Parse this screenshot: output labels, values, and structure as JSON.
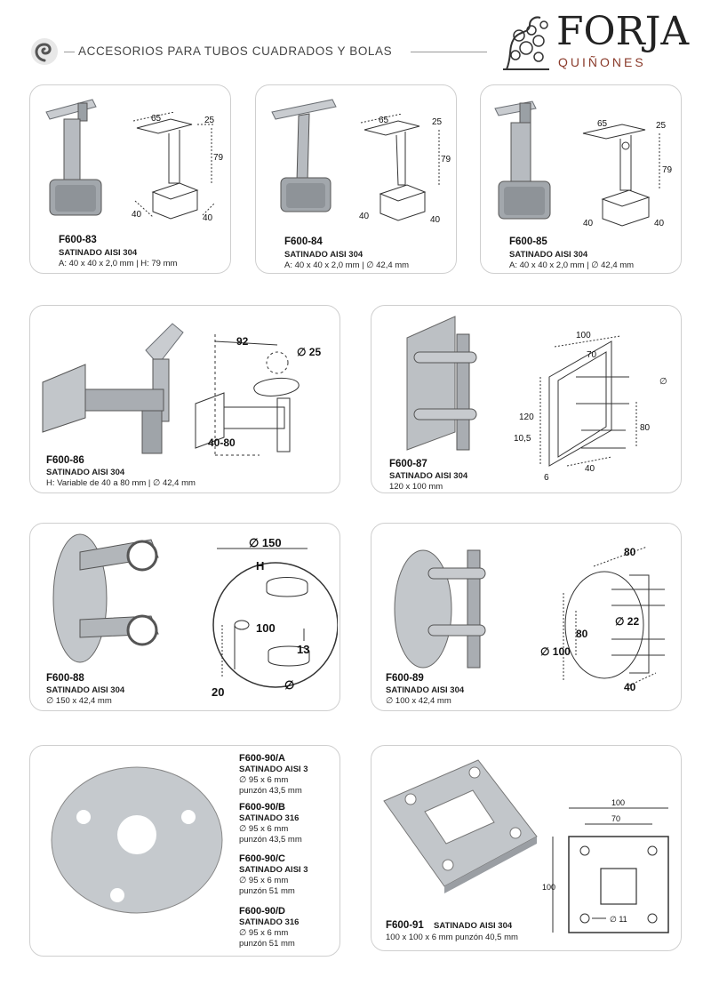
{
  "header": {
    "title": "ACCESORIOS PARA TUBOS CUADRADOS Y BOLAS",
    "brand_main": "FORJA",
    "brand_sub": "QUIÑONES"
  },
  "colors": {
    "brand_accent": "#8a3a2a",
    "card_border": "#cfcfcf",
    "metal": "#a9adb2"
  },
  "products": {
    "p83": {
      "code": "F600-83",
      "material": "SATINADO AISI 304",
      "spec": "A: 40 x 40 x 2,0 mm | H: 79 mm",
      "dims": {
        "d65": "65",
        "d25": "25",
        "d79": "79",
        "d40a": "40",
        "d40b": "40"
      }
    },
    "p84": {
      "code": "F600-84",
      "material": "SATINADO AISI 304",
      "spec": "A: 40 x 40 x 2,0 mm |  ∅ 42,4 mm",
      "dims": {
        "d65": "65",
        "d25": "25",
        "d79": "79",
        "d40a": "40",
        "d40b": "40"
      }
    },
    "p85": {
      "code": "F600-85",
      "material": "SATINADO AISI 304",
      "spec": "A: 40 x 40 x 2,0 mm |  ∅ 42,4 mm",
      "dims": {
        "d65": "65",
        "d25": "25",
        "d79": "79",
        "d40a": "40",
        "d40b": "40"
      }
    },
    "p86": {
      "code": "F600-86",
      "material": "SATINADO AISI 304",
      "spec": "H: Variable de 40 a 80 mm |  ∅ 42,4 mm",
      "dims": {
        "d92": "92",
        "d25": "∅ 25",
        "d4080": "40-80"
      }
    },
    "p87": {
      "code": "F600-87",
      "material": "SATINADO AISI 304",
      "spec": "120 x 100 mm",
      "dims": {
        "d100": "100",
        "d70": "70",
        "d120": "120",
        "d105": "10,5",
        "d80": "80",
        "d6": "6",
        "d40": "40",
        "dia": "∅"
      }
    },
    "p88": {
      "code": "F600-88",
      "material": "SATINADO AISI 304",
      "spec": "∅  150 x 42,4 mm",
      "dims": {
        "d150": "∅ 150",
        "dH": "H",
        "d100": "100",
        "d13": "13",
        "d20": "20",
        "dia": "∅"
      }
    },
    "p89": {
      "code": "F600-89",
      "material": "SATINADO AISI 304",
      "spec": "∅  100 x 42,4 mm",
      "dims": {
        "d80a": "80",
        "d80b": "80",
        "d22": "∅ 22",
        "d100": "∅ 100",
        "d40": "40"
      }
    },
    "p90": [
      {
        "code": "F600-90/A",
        "material": "SATINADO AISI 3",
        "size": "∅ 95 x 6 mm",
        "punch": "punzón 43,5 mm"
      },
      {
        "code": "F600-90/B",
        "material": "SATINADO 316",
        "size": "∅ 95 x 6 mm",
        "punch": "punzón 43,5 mm"
      },
      {
        "code": "F600-90/C",
        "material": "SATINADO AISI 3",
        "size": "∅ 95 x 6 mm",
        "punch": "punzón 51 mm"
      },
      {
        "code": "F600-90/D",
        "material": "SATINADO 316",
        "size": "∅ 95 x 6 mm",
        "punch": "punzón 51 mm"
      }
    ],
    "p91": {
      "code": "F600-91",
      "material": "SATINADO AISI 304",
      "spec": "100 x 100 x 6 mm punzón 40,5 mm",
      "dims": {
        "d100top": "100",
        "d70": "70",
        "d100side": "100",
        "d11": "∅ 11"
      }
    }
  }
}
